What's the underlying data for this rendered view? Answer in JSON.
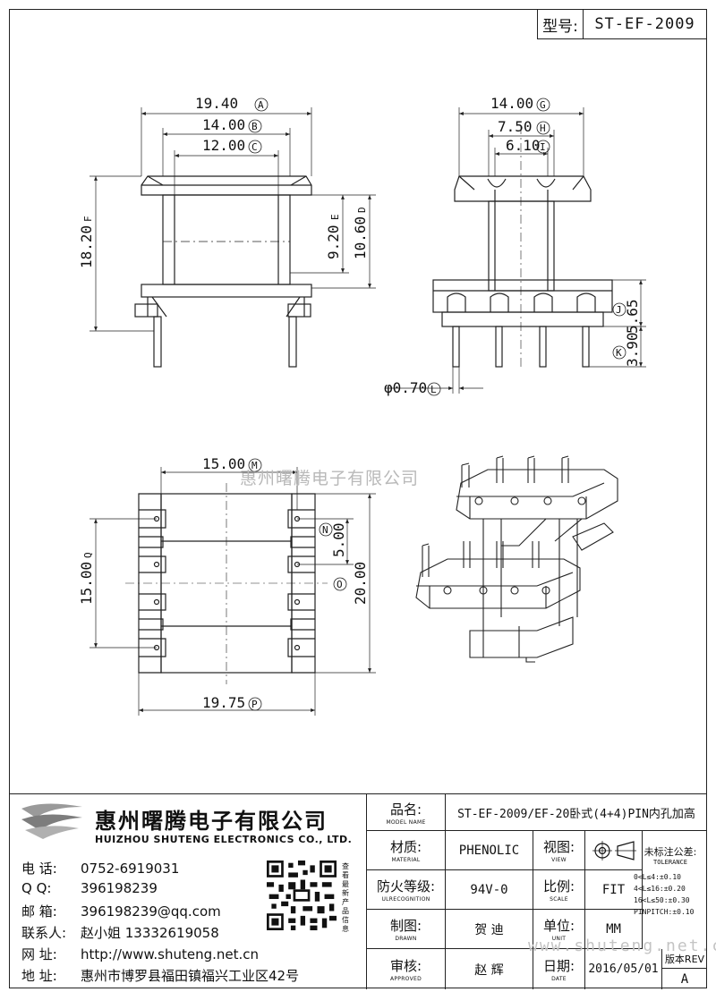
{
  "model": {
    "label": "型号:",
    "value": "ST-EF-2009"
  },
  "dims": {
    "A": {
      "value": "19.40",
      "tag": "A"
    },
    "B": {
      "value": "14.00",
      "tag": "B"
    },
    "C": {
      "value": "12.00",
      "tag": "C"
    },
    "D": {
      "value": "10.60",
      "tag": "D"
    },
    "E": {
      "value": "9.20",
      "tag": "E"
    },
    "F": {
      "value": "18.20",
      "tag": "F"
    },
    "G": {
      "value": "14.00",
      "tag": "G"
    },
    "H": {
      "value": "7.50",
      "tag": "H"
    },
    "I": {
      "value": "6.10",
      "tag": "I"
    },
    "J": {
      "value": "5.65",
      "tag": "J"
    },
    "K": {
      "value": "3.90",
      "tag": "K"
    },
    "L": {
      "value": "φ0.70",
      "tag": "L"
    },
    "M": {
      "value": "15.00",
      "tag": "M"
    },
    "N": {
      "value": "5.00",
      "tag": "N"
    },
    "O": {
      "value": "20.00",
      "tag": "O"
    },
    "P": {
      "value": "19.75",
      "tag": "P"
    },
    "Q": {
      "value": "15.00",
      "tag": "Q"
    }
  },
  "watermark": "惠州曙腾电子有限公司",
  "watermark_url": "www.shuteng.net.cn",
  "company": {
    "name_cn": "惠州曙腾电子有限公司",
    "name_en": "HUIZHOU SHUTENG ELECTRONICS CO., LTD.",
    "contacts": [
      {
        "k": "电    话:",
        "v": "0752-6919031"
      },
      {
        "k": "Q      Q:",
        "v": "396198239"
      },
      {
        "k": "邮    箱:",
        "v": "396198239@qq.com"
      },
      {
        "k": "联系人:",
        "v": "赵小姐 13332619058"
      },
      {
        "k": "网    址:",
        "v": "http://www.shuteng.net.cn"
      },
      {
        "k": "地    址:",
        "v": "惠州市博罗县福田镇福兴工业区42号"
      }
    ],
    "qr_caption": "查看最新产品信息"
  },
  "block": {
    "model_name": {
      "cn": "品名:",
      "en": "MODEL NAME",
      "value": "ST-EF-2009/EF-20卧式(4+4)PIN内孔加高"
    },
    "material": {
      "cn": "材质:",
      "en": "MATERIAL",
      "value": "PHENOLIC"
    },
    "view": {
      "cn": "视图:",
      "en": "VIEW"
    },
    "fire": {
      "cn": "防火等级:",
      "en": "ULRECOGNITION",
      "value": "94V-0"
    },
    "scale": {
      "cn": "比例:",
      "en": "SCALE",
      "value": "FIT"
    },
    "drawn": {
      "cn": "制图:",
      "en": "DRAWN",
      "value": "贺  迪"
    },
    "unit": {
      "cn": "单位:",
      "en": "UNIT",
      "value": "MM"
    },
    "approved": {
      "cn": "审核:",
      "en": "APPROVED",
      "value": "赵  辉"
    },
    "date": {
      "cn": "日期:",
      "en": "DATE",
      "value": "2016/05/01"
    },
    "tolerance": {
      "title": "未标注公差:",
      "sub": "TOLERANCE",
      "lines": [
        "0<L≤4:±0.10",
        "4<L≤16:±0.20",
        "16<L≤50:±0.30",
        "PINPITCH:±0.10"
      ]
    },
    "rev": {
      "label": "版本REV",
      "value": "A"
    }
  }
}
